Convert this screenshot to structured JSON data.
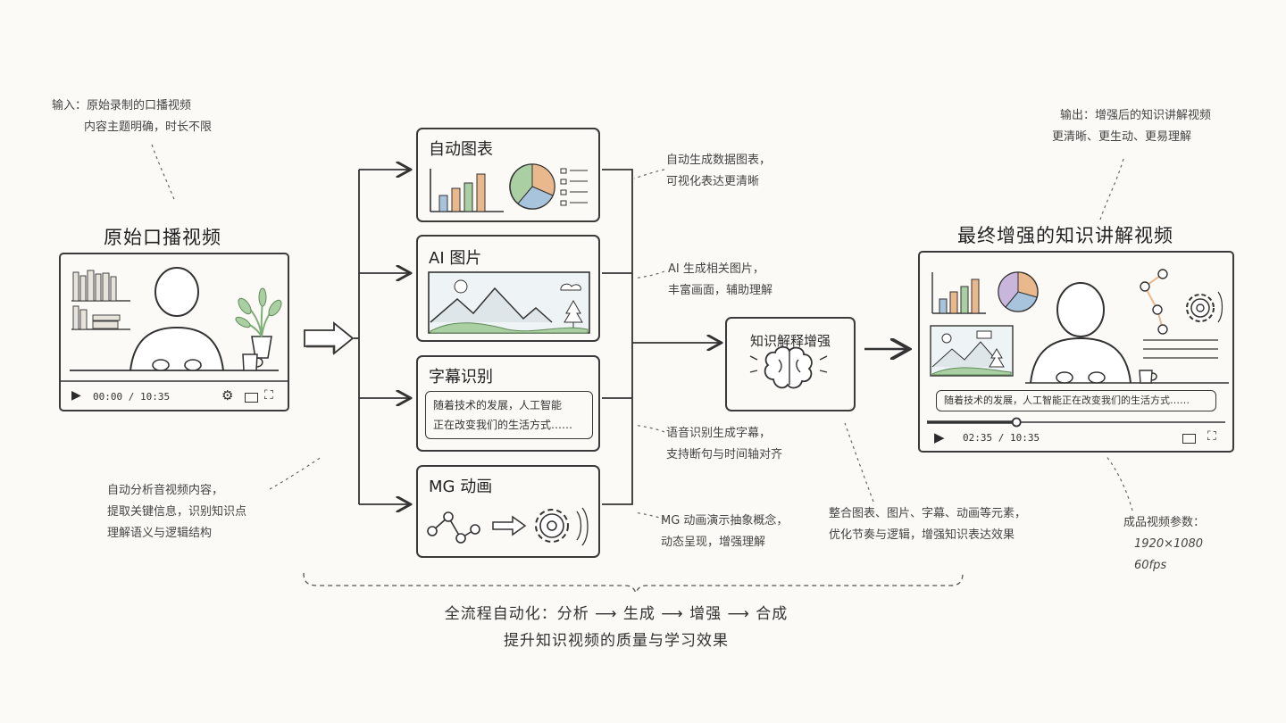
{
  "input_note": {
    "line1": "输入：原始录制的口播视频",
    "line2": "内容主题明确，时长不限"
  },
  "output_note": {
    "line1": "输出：增强后的知识讲解视频",
    "line2": "更清晰、更生动、更易理解"
  },
  "source_video": {
    "title": "原始口播视频",
    "time": "00:00 / 10:35"
  },
  "final_video": {
    "title": "最终增强的知识讲解视频",
    "subtitle": "随着技术的发展，人工智能正在改变我们的生活方式……",
    "time": "02:35 / 10:35",
    "progress": 0.3
  },
  "analysis_note": {
    "line1": "自动分析音视频内容，",
    "line2": "提取关键信息，识别知识点",
    "line3": "理解语义与逻辑结构"
  },
  "modules": [
    {
      "title": "自动图表",
      "note1": "自动生成数据图表，",
      "note2": "可视化表达更清晰"
    },
    {
      "title": "AI 图片",
      "note1": "AI 生成相关图片，",
      "note2": "丰富画面，辅助理解"
    },
    {
      "title": "字幕识别",
      "subtitle_line1": "随着技术的发展，人工智能",
      "subtitle_line2": "正在改变我们的生活方式……",
      "note1": "语音识别生成字幕，",
      "note2": "支持断句与时间轴对齐"
    },
    {
      "title": "MG 动画",
      "note1": "MG 动画演示抽象概念，",
      "note2": "动态呈现，增强理解"
    }
  ],
  "enhance": {
    "title": "知识解释增强",
    "note1": "整合图表、图片、字幕、动画等元素，",
    "note2": "优化节奏与逻辑，增强知识表达效果"
  },
  "params_note": {
    "line1": "成品视频参数：",
    "line2": "1920×1080",
    "line3": "60fps"
  },
  "footer": {
    "line1": "全流程自动化：分析 ⟶ 生成 ⟶ 增强 ⟶ 合成",
    "line2": "提升知识视频的质量与学习效果"
  },
  "colors": {
    "bar_orange": "#e9b88c",
    "bar_green": "#a9cfa2",
    "bar_blue": "#a7c4dc",
    "pie_purple": "#c9b6dc",
    "ink": "#3a3a3a"
  }
}
